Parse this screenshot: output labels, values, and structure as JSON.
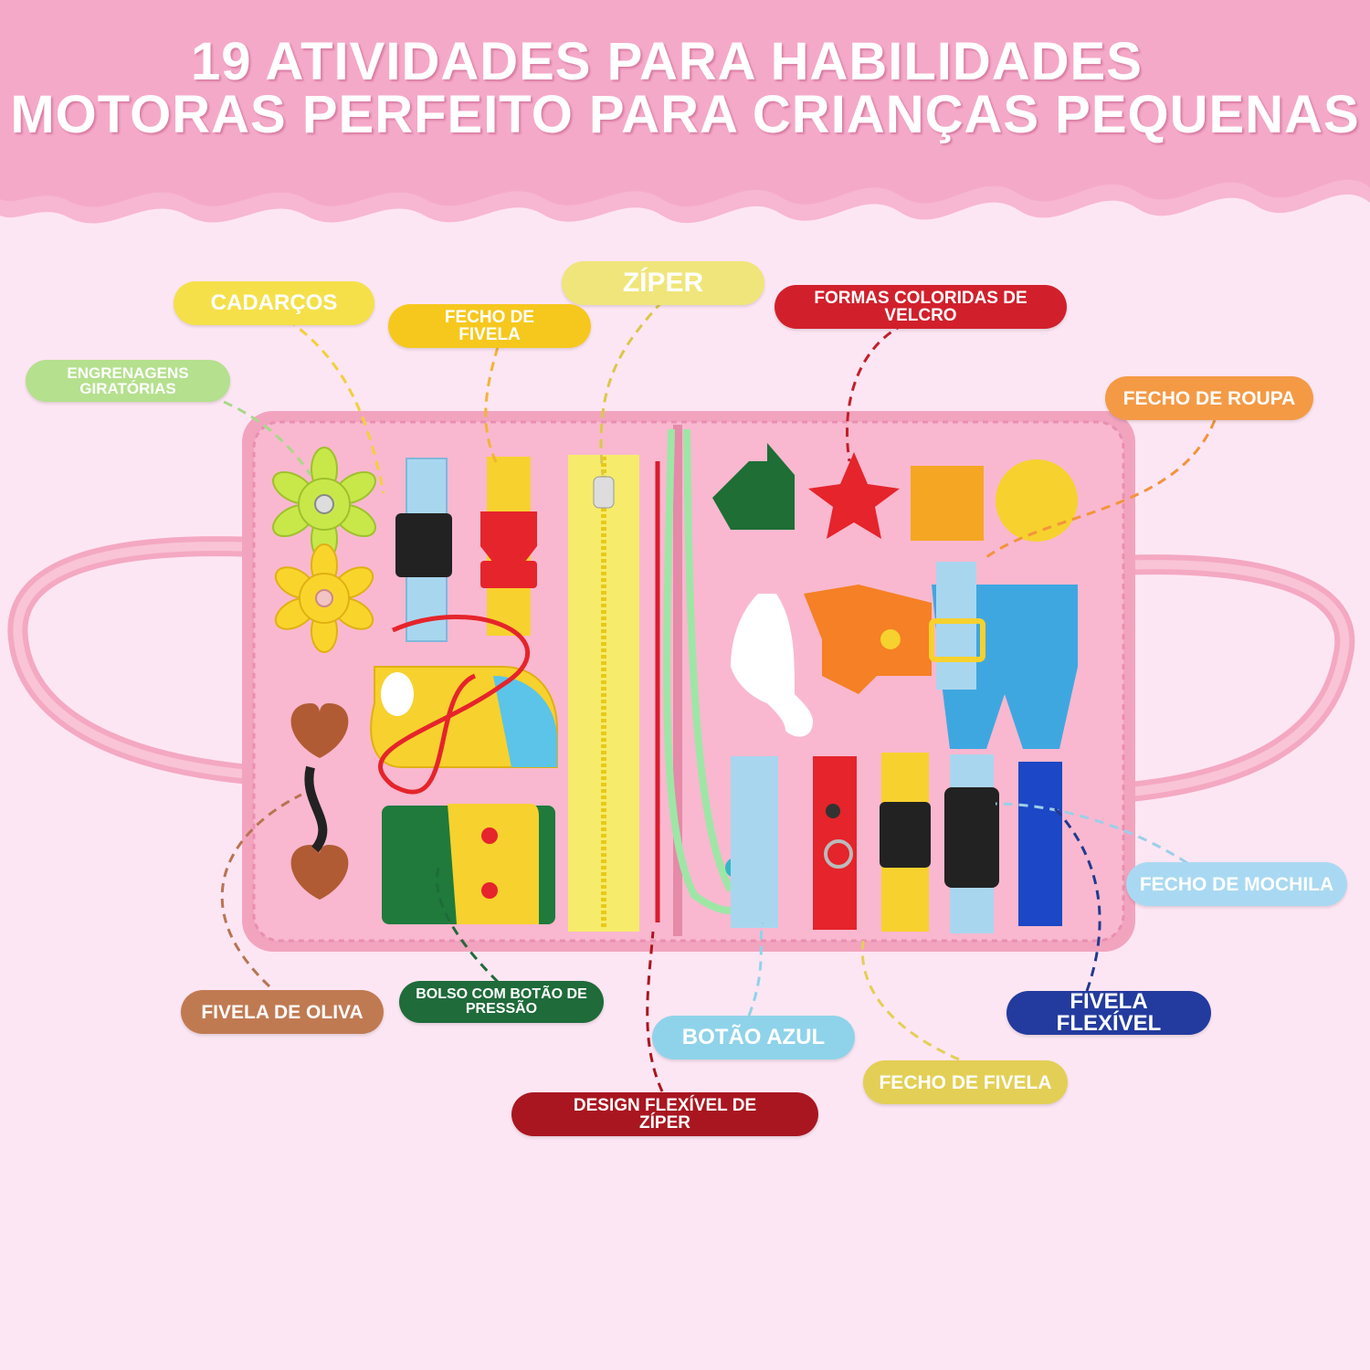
{
  "banner": {
    "title_line1": "19 ATIVIDADES PARA HABILIDADES",
    "title_line2": "MOTORAS PERFEITO PARA CRIANÇAS PEQUENAS"
  },
  "labels": {
    "cadarcos": "CADARÇOS",
    "ziper": "ZÍPER",
    "fecho_de_fivela_top": "FECHO DE FIVELA",
    "formas_coloridas": "FORMAS COLORIDAS DE VELCRO",
    "engrenagens": "ENGRENAGENS GIRATÓRIAS",
    "fecho_de_roupa": "FECHO DE ROUPA",
    "fecho_de_mochila": "FECHO DE MOCHILA",
    "fivela_flexivel": "FIVELA FLEXÍVEL",
    "fivela_de_oliva": "FIVELA DE OLIVA",
    "bolso": "BOLSO COM BOTÃO DE PRESSÃO",
    "botao_azul": "BOTÃO AZUL",
    "fecho_de_fivela_bottom": "FECHO DE FIVELA",
    "design_flexivel": "DESIGN FLEXÍVEL DE ZÍPER"
  },
  "colors": {
    "background": "#fde6f3",
    "banner": "#f7b6d2",
    "board": "#f9b3cc",
    "yellow_pill": "#f5e04a",
    "light_yellow_pill": "#f0e57a",
    "red_pill": "#d1202c",
    "green_pill": "#b5e08e",
    "orange_pill": "#f49a45",
    "light_blue_pill": "#a9d9f2",
    "navy_pill": "#233b9e",
    "brown_pill": "#c07a52",
    "dark_green_pill": "#1f6b3a",
    "sky_pill": "#8fd3ea",
    "olive_yellow_pill": "#e3cf55",
    "dark_red_pill": "#a91620"
  }
}
